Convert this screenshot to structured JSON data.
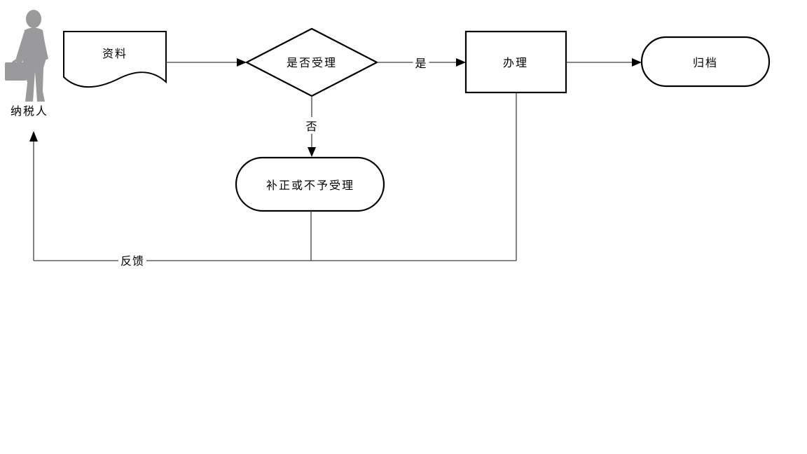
{
  "page": {
    "background": "#ffffff",
    "kind": "flowchart"
  },
  "diagram": {
    "type": "flowchart",
    "actor": {
      "label": "纳税人",
      "icon": "businessman-silhouette-icon",
      "color": "#9a9a9c"
    },
    "nodes": [
      {
        "id": "materials",
        "type": "document",
        "label": "资料"
      },
      {
        "id": "decision",
        "type": "decision",
        "label": "是否受理"
      },
      {
        "id": "process",
        "type": "process",
        "label": "办理"
      },
      {
        "id": "archive",
        "type": "terminator",
        "label": "归档"
      },
      {
        "id": "supplement",
        "type": "terminator",
        "label": "补正或不予受理"
      }
    ],
    "edge_labels": {
      "yes": "是",
      "no": "否",
      "feedback": "反馈"
    },
    "colors": {
      "shape_stroke": "#000000",
      "connector": "#404040",
      "actor_fill": "#9a9a9c",
      "fill": "#ffffff"
    }
  }
}
